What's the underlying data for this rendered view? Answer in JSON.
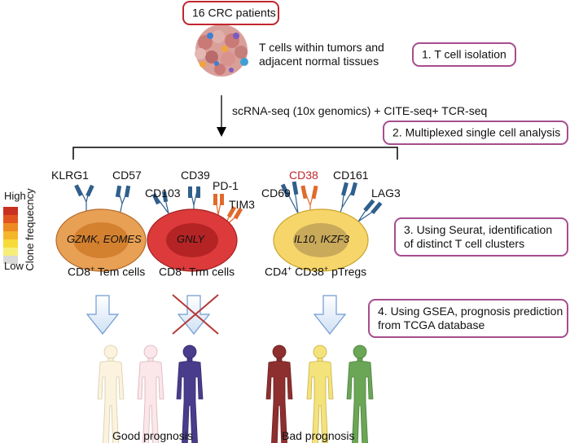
{
  "title_box": "16 CRC patients",
  "tissue_text": [
    "T cells within tumors and",
    "adjacent normal tissues"
  ],
  "arrow_label": "scRNA-seq (10x genomics) + CITE-seq+ TCR-seq",
  "steps": [
    "1. T cell isolation",
    "2. Multiplexed single cell analysis",
    "3. Using Seurat, identification of distinct T cell clusters",
    "4. Using GSEA, prognosis prediction from TCGA database"
  ],
  "legend": {
    "high": "High",
    "low": "Low",
    "axis": "Clone frequecncy",
    "colors": [
      "#c8311f",
      "#e2541e",
      "#ee8a22",
      "#f4b62b",
      "#f6db3a",
      "#f7ee7a",
      "#d9d9d9"
    ]
  },
  "cells": [
    {
      "inner": "GZMK, EOMES",
      "label_pre": "CD8",
      "label_sup": "+",
      "label_post": " Tem cells",
      "markers": [
        "KLRG1",
        "CD57"
      ],
      "color": "#e8a055"
    },
    {
      "inner": "GNLY",
      "label_pre": "CD8",
      "label_sup": "+",
      "label_post": " Trm cells",
      "markers": [
        "CD103",
        "CD39",
        "PD-1",
        "TIM3"
      ],
      "color": "#dd3b3b"
    },
    {
      "inner": "IL10, IKZF3",
      "label_pre": "CD4",
      "label_sup": "+",
      "label_mid": " CD38",
      "label_sup2": "+",
      "label_post": " pTregs",
      "markers": [
        "CD69",
        "CD38",
        "CD161",
        "LAG3"
      ],
      "color": "#f6d66a"
    }
  ],
  "outcomes": {
    "good": "Good prognosis",
    "bad": "Bad prognosis"
  }
}
